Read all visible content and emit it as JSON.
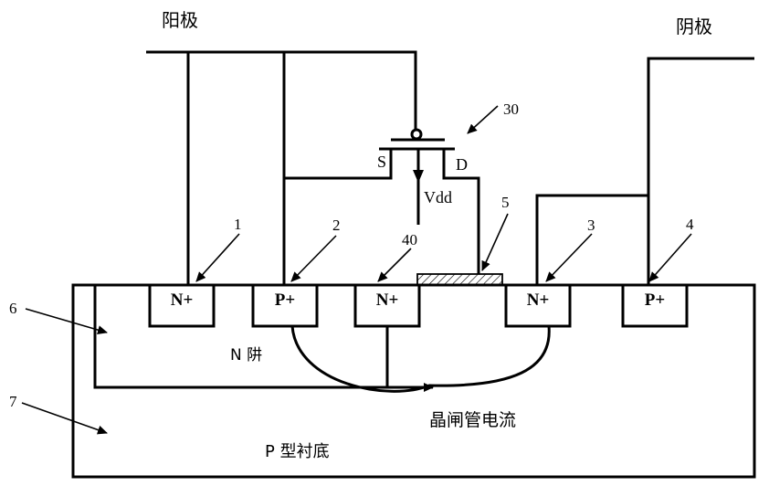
{
  "labels": {
    "anode": "阳极",
    "cathode": "阴极",
    "ref_30": "30",
    "source": "S",
    "drain": "D",
    "vdd": "Vdd",
    "ref_5": "5",
    "ref_1": "1",
    "ref_2": "2",
    "ref_40": "40",
    "ref_3": "3",
    "ref_4": "4",
    "ref_6": "6",
    "ref_7": "7",
    "n_well": "N 阱",
    "thyristor_current": "晶闸管电流",
    "p_substrate": "P 型衬底"
  },
  "regions": [
    {
      "key": "r1",
      "text": "N+"
    },
    {
      "key": "r2",
      "text": "P+"
    },
    {
      "key": "r40",
      "text": "N+"
    },
    {
      "key": "r3",
      "text": "N+"
    },
    {
      "key": "r4",
      "text": "P+"
    }
  ]
}
